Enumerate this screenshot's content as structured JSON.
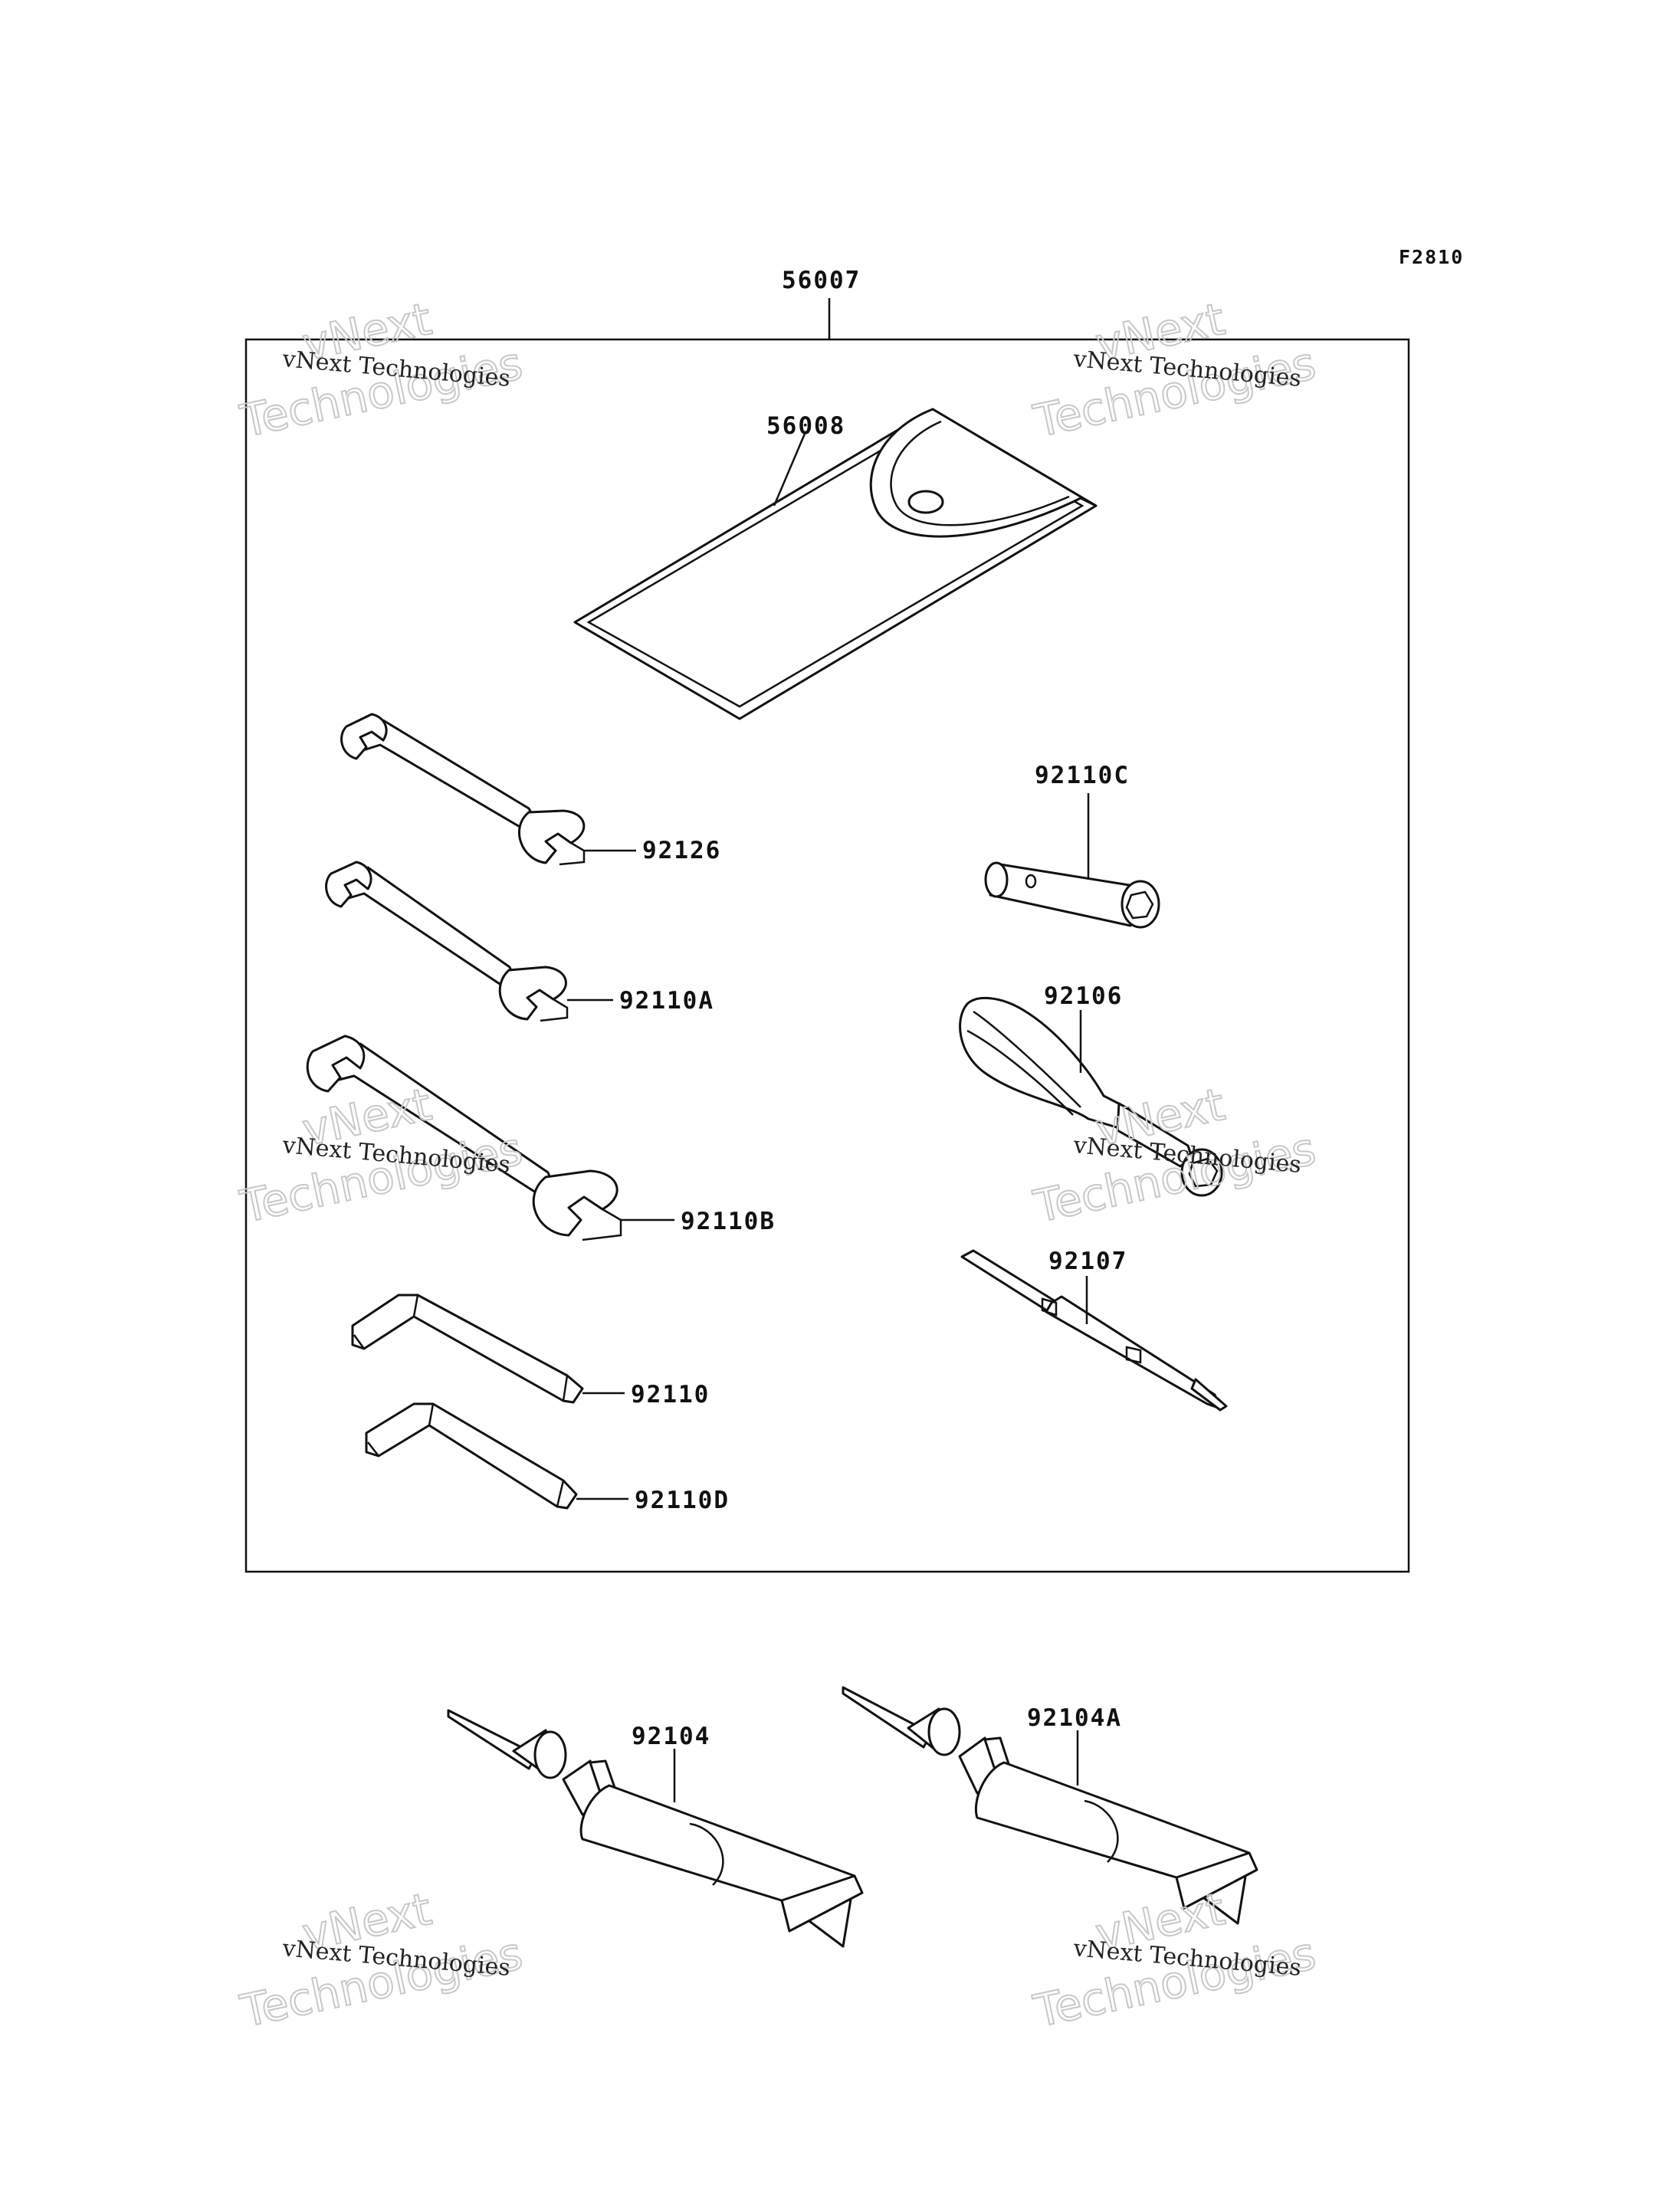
{
  "figure_code": "F2810",
  "assembly": {
    "label": "56007"
  },
  "parts": [
    {
      "id": "case",
      "label": "56008",
      "icon": "tool-case-icon"
    },
    {
      "id": "wrench-1",
      "label": "92126",
      "icon": "wrench-icon"
    },
    {
      "id": "wrench-2",
      "label": "92110A",
      "icon": "wrench-icon"
    },
    {
      "id": "wrench-3",
      "label": "92110B",
      "icon": "wrench-icon"
    },
    {
      "id": "hex-key-1",
      "label": "92110",
      "icon": "hex-key-icon"
    },
    {
      "id": "hex-key-2",
      "label": "92110D",
      "icon": "hex-key-icon"
    },
    {
      "id": "plug-socket",
      "label": "92110C",
      "icon": "socket-wrench-icon"
    },
    {
      "id": "handle",
      "label": "92106",
      "icon": "screwdriver-handle-icon"
    },
    {
      "id": "screwdriver-bit",
      "label": "92107",
      "icon": "screwdriver-bit-icon"
    },
    {
      "id": "tube-1",
      "label": "92104",
      "icon": "grease-tube-icon"
    },
    {
      "id": "tube-2",
      "label": "92104A",
      "icon": "grease-tube-icon"
    }
  ],
  "watermark": {
    "line": "vNext Technologies",
    "word1": "vNext",
    "word2": "Technologies"
  }
}
